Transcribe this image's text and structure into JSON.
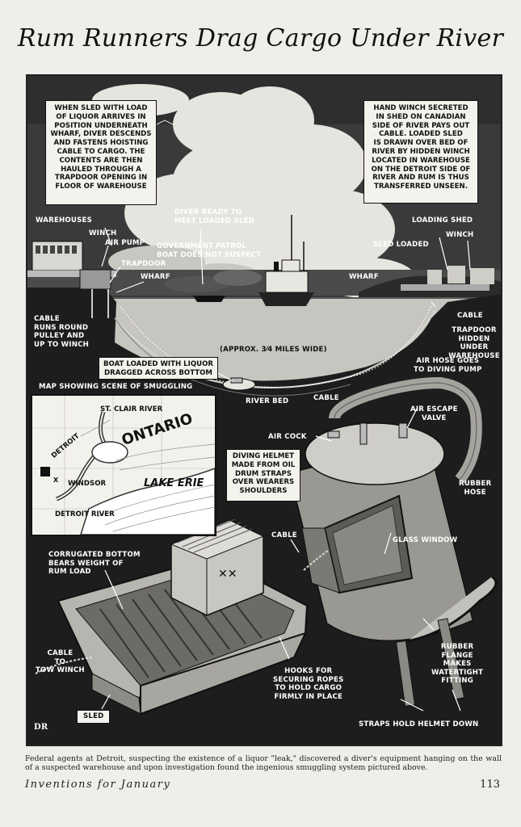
{
  "title": "Rum Runners Drag Cargo Under River",
  "callouts": {
    "sled_arrives": "WHEN SLED WITH LOAD\nOF LIQUOR ARRIVES IN\nPOSITION UNDERNEATH\nWHARF, DIVER DESCENDS\nAND FASTENS HOISTING\nCABLE TO CARGO. THE\nCONTENTS ARE THEN\nHAULED THROUGH A\nTRAPDOOR OPENING IN\nFLOOR OF WAREHOUSE",
    "hand_winch": "HAND WINCH SECRETED\nIN SHED ON CANADIAN\nSIDE OF RIVER PAYS OUT\nCABLE. LOADED SLED\nIS DRAWN OVER BED OF\nRIVER BY HIDDEN WINCH\nLOCATED IN WAREHOUSE\nON THE DETROIT SIDE OF\nRIVER AND RUM IS THUS\nTRANSFERRED UNSEEN.",
    "boat_loaded": "BOAT LOADED WITH LIQUOR\nDRAGGED ACROSS BOTTOM",
    "diving_helmet": "DIVING HELMET\nMADE FROM OIL\nDRUM STRAPS\nOVER WEARERS\nSHOULDERS"
  },
  "labels": {
    "warehouses": "WAREHOUSES",
    "winch_left": "WINCH",
    "air_pump": "AIR PUMP",
    "trapdoor": "TRAPDOOR",
    "wharf_left": "WHARF",
    "diver_ready": "DIVER READY TO\nMEET LOADED SLED",
    "gov_patrol": "GOVERNMENT PATROL\nBOAT DOES NOT SUSPECT",
    "wharf_right": "WHARF",
    "loading_shed": "LOADING SHED",
    "sled_loaded": "SLED LOADED",
    "winch_right": "WINCH",
    "cable_runs": "CABLE\nRUNS ROUND\nPULLEY AND\nUP TO WINCH",
    "cable_right": "CABLE",
    "trapdoor_hidden": "TRAPDOOR\nHIDDEN UNDER\nWAREHOUSE",
    "miles_wide": "(APPROX. 3⁄4  MILES WIDE)",
    "air_hose": "AIR HOSE GOES\nTO DIVING PUMP",
    "river_bed": "RIVER BED",
    "cable_bed": "CABLE",
    "air_escape": "AIR ESCAPE\nVALVE",
    "air_cock": "AIR COCK",
    "rubber_hose": "RUBBER\nHOSE",
    "glass_window": "GLASS WINDOW",
    "cable_sled": "CABLE",
    "corrugated": "CORRUGATED BOTTOM\nBEARS WEIGHT OF\nRUM LOAD",
    "cable_tow": "CABLE\nTO\nTOW WINCH",
    "sled": "SLED",
    "hooks": "HOOKS FOR\nSECURING ROPES\nTO HOLD CARGO\nFIRMLY IN PLACE",
    "rubber_flange": "RUBBER\nFLANGE\nMAKES\nWATERTIGHT\nFITTING",
    "straps": "STRAPS HOLD HELMET DOWN",
    "signature": "DR",
    "crate_mark": "✕✕"
  },
  "map": {
    "title": "MAP SHOWING SCENE OF SMUGGLING",
    "st_clair": "ST. CLAIR\nRIVER",
    "ontario": "ONTARIO",
    "detroit": "DETROIT",
    "windsor": "WINDSOR",
    "lake_erie": "LAKE\nERIE",
    "detroit_river": "DETROIT RIVER",
    "marker": "X"
  },
  "caption": "Federal agents at Detroit, suspecting the existence of a liquor \"leak,\" discovered a diver's equipment hanging on the wall of a suspected warehouse and upon investigation found the ingenious smuggling system pictured above.",
  "footer": {
    "section": "Inventions for January",
    "page": "113"
  }
}
